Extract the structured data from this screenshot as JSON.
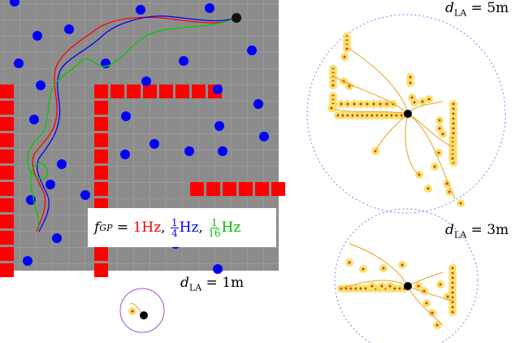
{
  "legend": {
    "f_symbol": "f",
    "f_subscript": "GP",
    "equals": " = ",
    "red_text": "1Hz",
    "sep1": ", ",
    "blue_num": "1",
    "blue_den": "4",
    "blue_unit": "Hz",
    "sep2": ", ",
    "green_num": "1",
    "green_den": "16",
    "green_unit": "Hz"
  },
  "labels": {
    "la1": {
      "d": "d",
      "sub": "LA",
      "value": " = 1m"
    },
    "la3": {
      "d": "d",
      "sub": "LA",
      "value": " = 3m"
    },
    "la5": {
      "d": "d",
      "sub": "LA",
      "value": " = 5m"
    }
  },
  "colors": {
    "floor": "#8c8c8c",
    "wall": "#ff0000",
    "obstacle": "#0000ff",
    "traj_1hz": "#ff0000",
    "traj_quarter": "#0000ff",
    "traj_sixteenth": "#00cc00",
    "local_map_points": "#f5e26a",
    "local_path": "#e8a020",
    "robot": "#000000"
  }
}
